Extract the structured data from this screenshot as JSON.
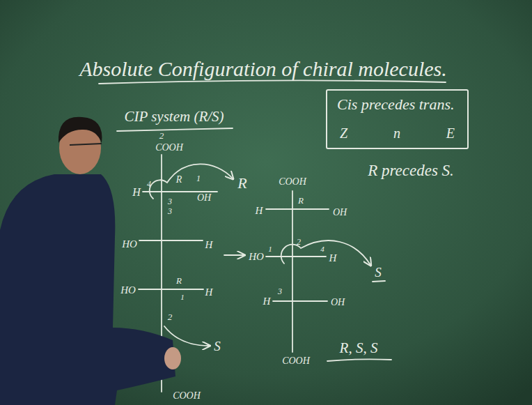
{
  "diagram": {
    "title": "Absolute Configuration of chiral molecules.",
    "nodes": [
      {
        "text": [
          "Cis precedes trans.",
          "Z",
          "n",
          "E"
        ]
      }
    ],
    "labels": [
      "CIP system (R/S)",
      "R precedes S.",
      "2",
      "COOH",
      "H",
      "4",
      "R",
      "1",
      "OH",
      "3",
      "3",
      "R",
      "HO",
      "H",
      "HO",
      "R",
      "1",
      "H",
      "2",
      "S",
      "COOH",
      "COOH",
      "H",
      "R",
      "OH",
      "HO",
      "1",
      "2",
      "4",
      "H",
      "S",
      "H",
      "3",
      "OH",
      "COOH",
      "R, S, S"
    ]
  }
}
